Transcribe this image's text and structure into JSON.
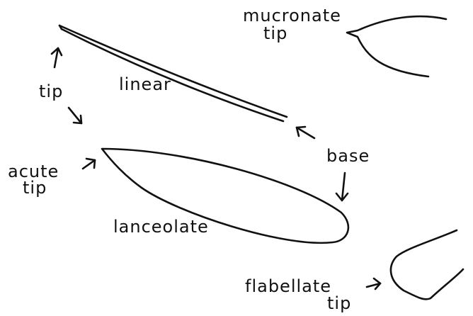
{
  "labels": {
    "linear": "linear",
    "lanceolate": "lanceolate",
    "mucronate_line1": "mucronate",
    "mucronate_line2": "tip",
    "tip": "tip",
    "acute_line1": "acute",
    "acute_line2": "tip",
    "base": "base",
    "flabellate_line1": "flabellate",
    "flabellate_line2": "tip"
  },
  "colors": {
    "ink": "#111111",
    "background": "#ffffff"
  }
}
